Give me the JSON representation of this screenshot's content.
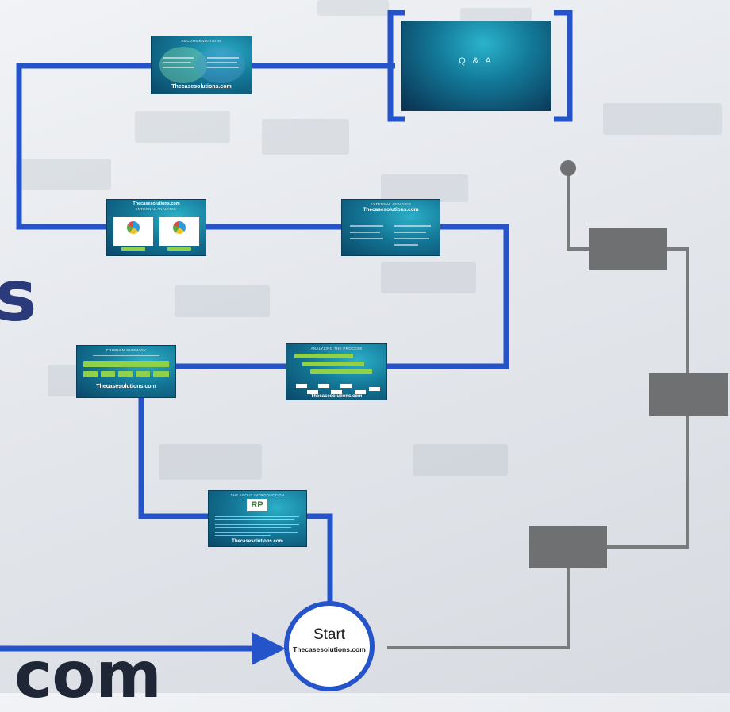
{
  "colors": {
    "path_blue": "#2553c9",
    "path_grey": "#7a7b7d",
    "box_grey": "#6f7072",
    "slide_teal": "#147898"
  },
  "background_text": {
    "left_glyph": "s",
    "bottom_fragment": "com"
  },
  "slides": {
    "recommendations": {
      "title": "RECOMMENDATIONS",
      "brand": "Thecasesolutions.com"
    },
    "qa": {
      "title": "Q & A"
    },
    "internal_analysis": {
      "title": "INTERNAL ANALYSIS",
      "brand": "Thecasesolutions.com"
    },
    "external_analysis": {
      "title": "EXTERNAL ANALYSIS",
      "brand": "Thecasesolutions.com"
    },
    "problem_summary": {
      "title": "PROBLEM SUMMARY",
      "brand": "Thecasesolutions.com"
    },
    "analyzing_process": {
      "title": "ANALYZING THE PROCESS",
      "brand": "Thecasesolutions.com"
    },
    "intro": {
      "title": "THE ABOUT INTRODUCTION",
      "logo": "RP",
      "brand": "Thecasesolutions.com"
    }
  },
  "start": {
    "label": "Start",
    "sub": "Thecasesolutions.com"
  }
}
